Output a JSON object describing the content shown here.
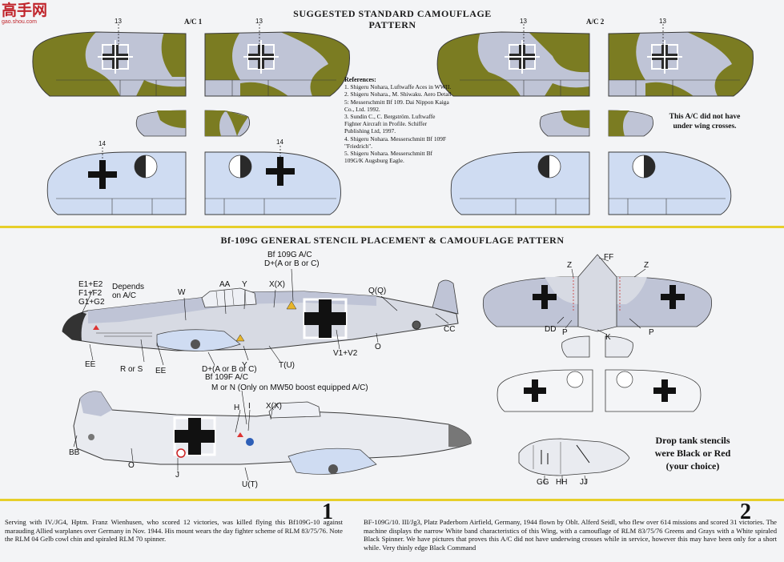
{
  "logo": {
    "text": "高手网",
    "sub": "gao.shou.com"
  },
  "top": {
    "title_line1": "SUGGESTED STANDARD CAMOUFLAGE",
    "title_line2": "PATTERN",
    "ac1": "A/C 1",
    "ac2": "A/C 2",
    "marker_13": "13",
    "marker_14": "14",
    "references_title": "References:",
    "references": [
      "1. Shigeru Nohara, Luftwaffe Aces in WWII.",
      "2. Shigeru Nohara., M. Shiwaku. Aero Detail 5: Messerschmitt Bf 109. Dai Nippon Kaiga Co., Ltd. 1992.",
      "3. Sundin C., C. Bergström. Luftwaffe Fighter Aircraft in Profile. Schiffer Publishing Ltd, 1997.",
      "4. Shigeru Nohara. Messerschmitt Bf 109F \"Friedrich\".",
      "5. Shigeru Nohara. Messerschmitt Bf 109G/K Augsburg Eagle."
    ],
    "ac2_note": "This A/C did not have under wing crosses."
  },
  "stencil": {
    "title": "Bf-109G GENERAL STENCIL PLACEMENT & CAMOUFLAGE PATTERN",
    "labels": {
      "e1e2": "E1+E2",
      "f1f2": "F1+F2",
      "g1g2": "G1+G2",
      "depends": "Depends",
      "on_ac": "on A/C",
      "w": "W",
      "aa": "AA",
      "y": "Y",
      "xx": "X(X)",
      "bf109g_ac": "Bf 109G A/C",
      "d_abc": "D+(A or B or C)",
      "qq": "Q(Q)",
      "cc": "CC",
      "ee": "EE",
      "ee2": "EE",
      "r_or_s": "R or S",
      "d_abc_lower": "D+(A or B or C)",
      "bf109f_ac": "Bf 109F A/C",
      "y2": "Y",
      "tu": "T(U)",
      "o": "O",
      "v1v2": "V1+V2",
      "m_or_n": "M or N (Only on MW50 boost equipped A/C)",
      "h": "H",
      "i": "I",
      "xx2": "X(X)",
      "bb": "BB",
      "o2": "O",
      "j": "J",
      "ut": "U(T)",
      "z_left": "Z",
      "ff": "FF",
      "z_right": "Z",
      "dd": "DD",
      "p_left": "P",
      "k": "K",
      "p_right": "P",
      "gg": "GG",
      "hh": "HH",
      "jj": "JJ"
    },
    "drop_tank_note_line1": "Drop tank stencils",
    "drop_tank_note_line2": "were Black or Red",
    "drop_tank_note_line3": "(your choice)"
  },
  "captions": {
    "num1": "1",
    "num2": "2",
    "text1": "Serving with IV./JG4, Hptm. Franz Wienhusen, who scored 12 victories, was killed flying this Bf109G-10 against marauding Allied warplanes over Germany in Nov. 1944. His mount wears the day fighter scheme of RLM 83/75/76. Note the RLM 04 Gelb cowl chin and spiraled RLM 70 spinner.",
    "text2": "BF-109G/10. III/Jg3, Platz Paderborn Airfield, Germany, 1944 flown by Oblt. Alferd Seidl, who flew over 614 missions and scored 31 victories. The machine displays the narrow White band characteristics of this Wing, with a camouflage of RLM 83/75/76 Greens and Grays with a White spiraled Black Spinner. We have pictures that proves this A/C did not have underwing crosses while in service, however this may have been only for a short while. Very thinly edge Black Command"
  },
  "colors": {
    "green": "#7b7c22",
    "grey": "#bfc4d6",
    "underside": "#cfdcf2",
    "band": "#e7cf2a",
    "outline": "#3a3a3a"
  }
}
